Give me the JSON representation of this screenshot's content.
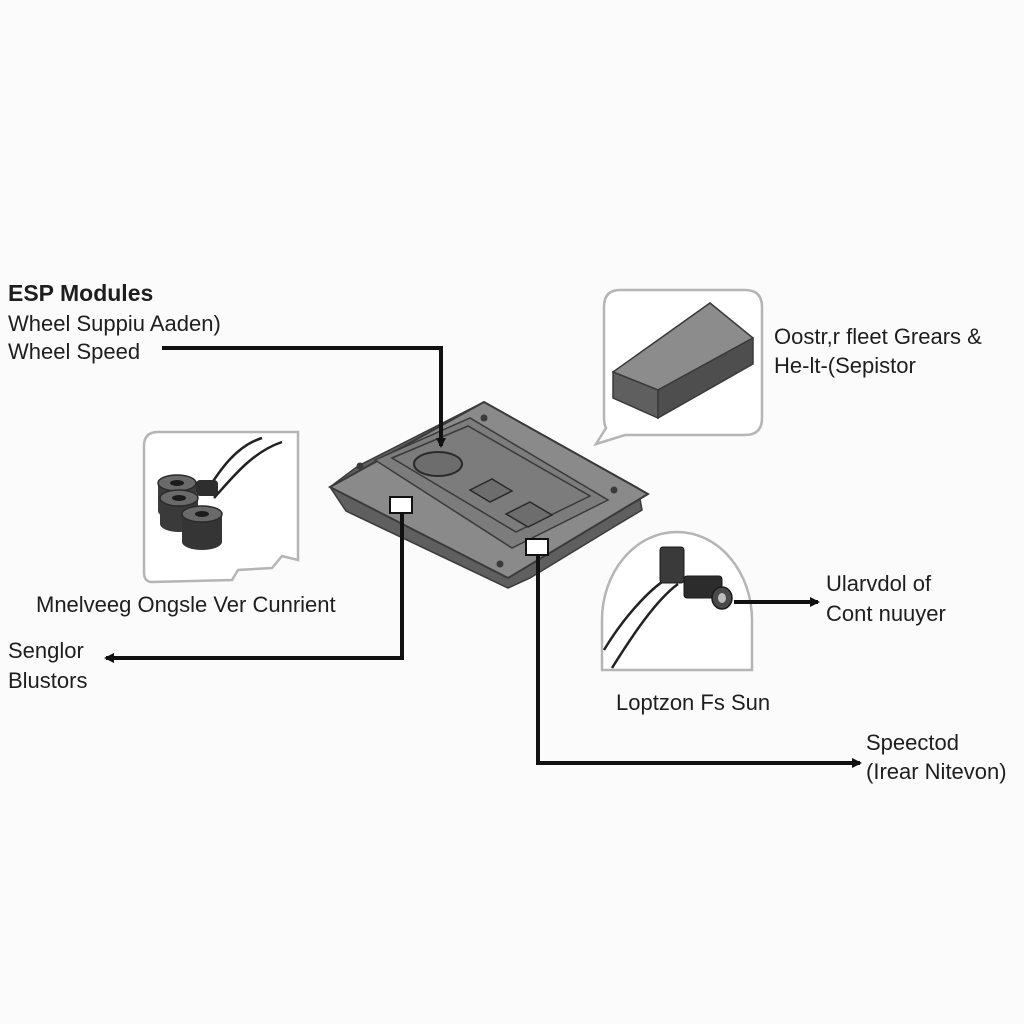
{
  "colors": {
    "background": "#fbfbfb",
    "module_top": "#8a8a8a",
    "module_side": "#5f5f5f",
    "module_edge": "#3a3a3a",
    "line": "#111111",
    "callout_border": "#b5b5b5",
    "text": "#1e1e1e"
  },
  "labels": {
    "title": "ESP Modules",
    "wheel_line1": "Wheel Suppiu Aaden)",
    "wheel_line2": "Wheel Speed",
    "gears_line1": "Oostr,r fleet Grears &",
    "gears_line2": "He-lt-(Sepistor",
    "magnet_caption": "Mnelveeg Ongsle Ver Cunrient",
    "sensor_line1": "Senglor",
    "sensor_line2": "Blustors",
    "right_line1": "Ularvdol of",
    "right_line2": "Cont nuuyer",
    "connector_caption": "Loptzon Fs Sun",
    "speed_line1": "Speectod",
    "speed_line2": "(Irear Nitevon)"
  }
}
